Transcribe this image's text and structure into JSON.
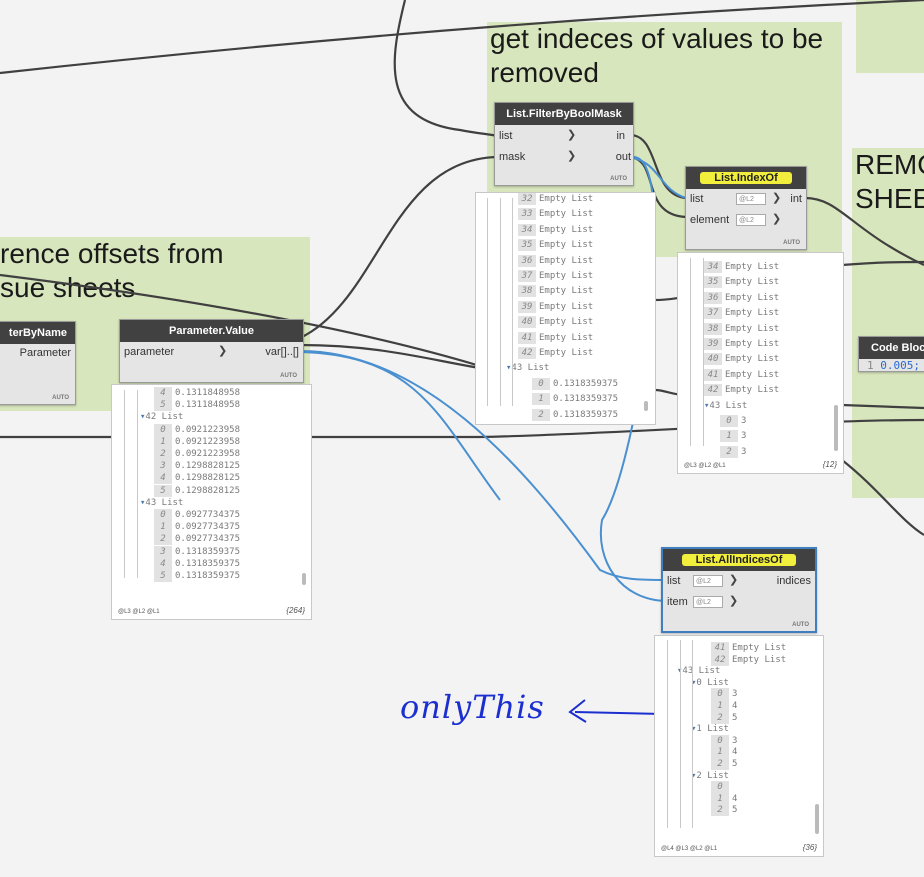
{
  "groups": {
    "reference": {
      "title_line1": "rence offsets from",
      "title_line2": "sue sheets"
    },
    "indeces": {
      "title_line1": "get indeces of values to be",
      "title_line2": "removed"
    },
    "remove": {
      "title_line1": "REMO",
      "title_line2": "SHEET"
    }
  },
  "nodes": {
    "filter_by_name": {
      "title": "terByName",
      "output": "Parameter",
      "auto": "AUTO"
    },
    "parameter_value": {
      "title": "Parameter.Value",
      "input": "parameter",
      "output": "var[]..[]",
      "auto": "AUTO"
    },
    "filter_mask": {
      "title": "List.FilterByBoolMask",
      "input1": "list",
      "input2": "mask",
      "output1": "in",
      "output2": "out",
      "auto": "AUTO"
    },
    "index_of": {
      "title": "List.IndexOf",
      "input1": "list",
      "input2": "element",
      "level1": "@L2",
      "level2": "@L2",
      "output": "int",
      "auto": "AUTO"
    },
    "all_indices": {
      "title": "List.AllIndicesOf",
      "input1": "list",
      "input2": "item",
      "level1": "@L2",
      "level2": "@L2",
      "output": "indices",
      "auto": "AUTO"
    },
    "code_block": {
      "title": "Code Block",
      "line_no": "1",
      "code": "0.005;"
    }
  },
  "previews": {
    "parameter_value": {
      "rows": [
        {
          "i": "4",
          "v": "0.1311848958"
        },
        {
          "i": "5",
          "v": "0.1311848958"
        },
        {
          "h": "42 List"
        },
        {
          "i": "0",
          "v": "0.0921223958"
        },
        {
          "i": "1",
          "v": "0.0921223958"
        },
        {
          "i": "2",
          "v": "0.0921223958"
        },
        {
          "i": "3",
          "v": "0.1298828125"
        },
        {
          "i": "4",
          "v": "0.1298828125"
        },
        {
          "i": "5",
          "v": "0.1298828125"
        },
        {
          "h": "43 List"
        },
        {
          "i": "0",
          "v": "0.0927734375"
        },
        {
          "i": "1",
          "v": "0.0927734375"
        },
        {
          "i": "2",
          "v": "0.0927734375"
        },
        {
          "i": "3",
          "v": "0.1318359375"
        },
        {
          "i": "4",
          "v": "0.1318359375"
        },
        {
          "i": "5",
          "v": "0.1318359375"
        }
      ],
      "levels": "@L3 @L2 @L1",
      "count": "{264}"
    },
    "filter_mask": {
      "rows": [
        {
          "i": "32",
          "v": "Empty List"
        },
        {
          "i": "33",
          "v": "Empty List"
        },
        {
          "i": "34",
          "v": "Empty List"
        },
        {
          "i": "35",
          "v": "Empty List"
        },
        {
          "i": "36",
          "v": "Empty List"
        },
        {
          "i": "37",
          "v": "Empty List"
        },
        {
          "i": "38",
          "v": "Empty List"
        },
        {
          "i": "39",
          "v": "Empty List"
        },
        {
          "i": "40",
          "v": "Empty List"
        },
        {
          "i": "41",
          "v": "Empty List"
        },
        {
          "i": "42",
          "v": "Empty List"
        },
        {
          "h": "43 List"
        },
        {
          "i": "0",
          "v": "0.1318359375"
        },
        {
          "i": "1",
          "v": "0.1318359375"
        },
        {
          "i": "2",
          "v": "0.1318359375"
        }
      ]
    },
    "index_of": {
      "rows": [
        {
          "i": "34",
          "v": "Empty List"
        },
        {
          "i": "35",
          "v": "Empty List"
        },
        {
          "i": "36",
          "v": "Empty List"
        },
        {
          "i": "37",
          "v": "Empty List"
        },
        {
          "i": "38",
          "v": "Empty List"
        },
        {
          "i": "39",
          "v": "Empty List"
        },
        {
          "i": "40",
          "v": "Empty List"
        },
        {
          "i": "41",
          "v": "Empty List"
        },
        {
          "i": "42",
          "v": "Empty List"
        },
        {
          "h": "43 List"
        },
        {
          "i": "0",
          "v": "3"
        },
        {
          "i": "1",
          "v": "3"
        },
        {
          "i": "2",
          "v": "3"
        }
      ],
      "levels": "@L3 @L2 @L1",
      "count": "{12}"
    },
    "all_indices": {
      "rows": [
        {
          "i": "41",
          "v": "Empty List"
        },
        {
          "i": "42",
          "v": "Empty List"
        },
        {
          "h": "43 List"
        },
        {
          "h": "0 List"
        },
        {
          "i": "0",
          "v": "3"
        },
        {
          "i": "1",
          "v": "4"
        },
        {
          "i": "2",
          "v": "5"
        },
        {
          "h": "1 List"
        },
        {
          "i": "0",
          "v": "3"
        },
        {
          "i": "1",
          "v": "4"
        },
        {
          "i": "2",
          "v": "5"
        },
        {
          "h": "2 List"
        },
        {
          "i": "0",
          "v": ""
        },
        {
          "i": "1",
          "v": "4"
        },
        {
          "i": "2",
          "v": "5"
        }
      ],
      "levels": "@L4 @L3 @L2 @L1",
      "count": "{36}"
    }
  },
  "annotation": {
    "text": "onlyThis"
  },
  "colors": {
    "wire_dark": "#404040",
    "wire_blue": "#4a90d0",
    "ink": "#1b2fd0",
    "group": "#d8e6bd",
    "highlight": "#f2ee3c"
  }
}
